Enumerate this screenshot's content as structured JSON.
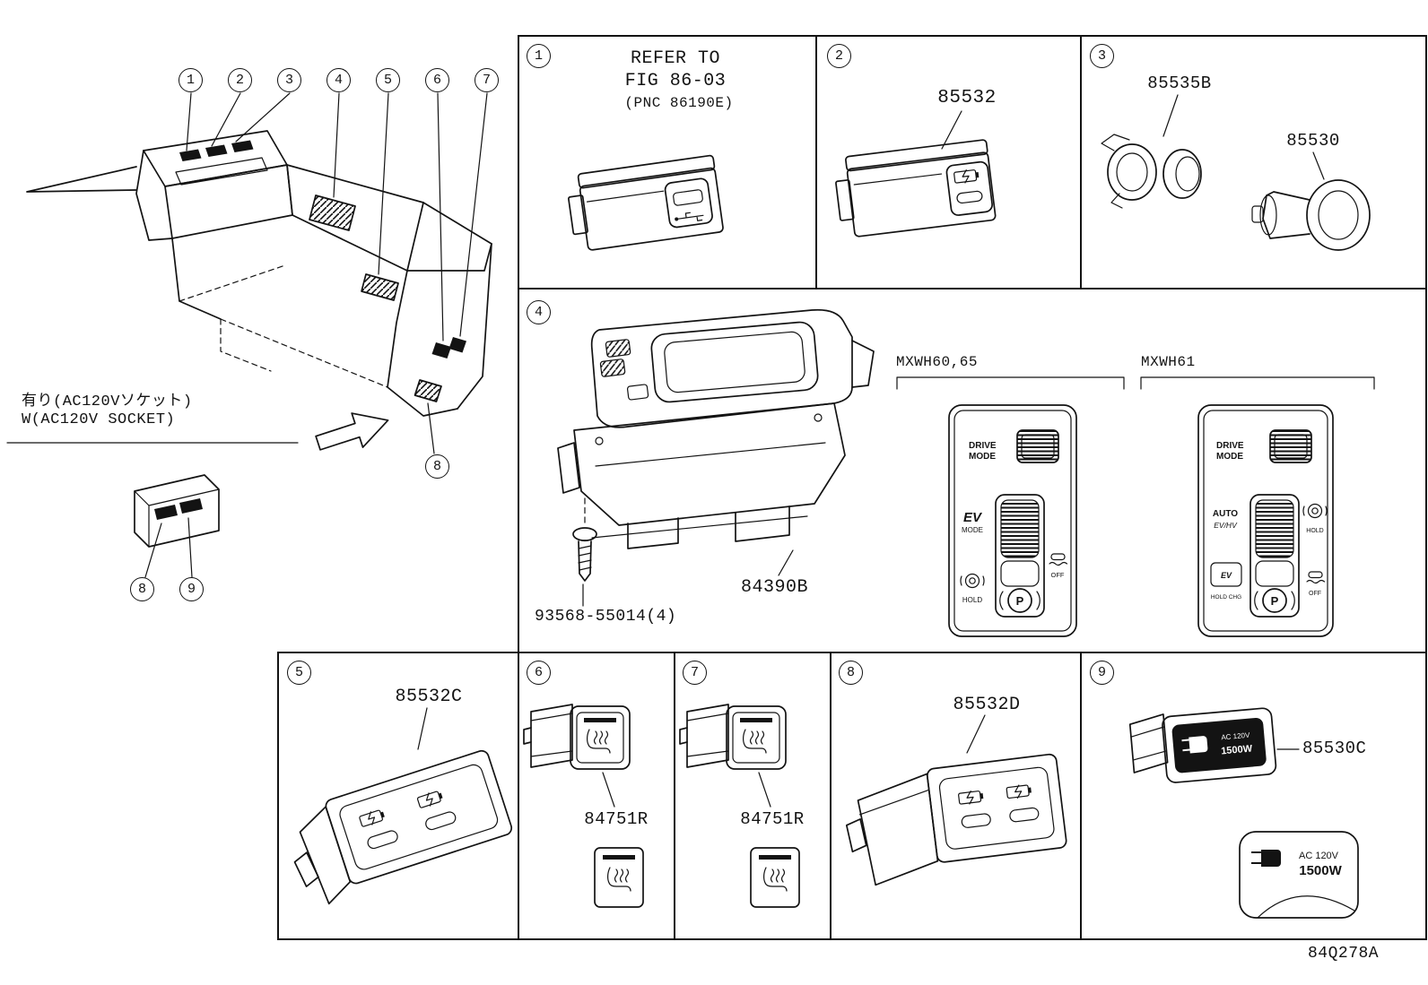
{
  "meta": {
    "drawing_code": "84Q278A"
  },
  "notes": {
    "jp": "有り(AC120Vソケット)",
    "en": "W(AC120V SOCKET)"
  },
  "callouts": {
    "n1": "1",
    "n2": "2",
    "n3": "3",
    "n4": "4",
    "n5": "5",
    "n6": "6",
    "n7": "7",
    "n8": "8",
    "n9": "9"
  },
  "cells": {
    "c1": {
      "ref1": "REFER TO",
      "ref2": "FIG 86-03",
      "ref3": "(PNC 86190E)"
    },
    "c2": {
      "part": "85532"
    },
    "c3": {
      "part_retainer": "85535B",
      "part_socket": "85530"
    },
    "c4": {
      "variant_left": "MXWH60,65",
      "variant_right": "MXWH61",
      "part_assembly": "84390B",
      "part_screw": "93568-55014(4)"
    },
    "c5": {
      "part": "85532C"
    },
    "c6": {
      "part": "84751R"
    },
    "c7": {
      "part": "84751R"
    },
    "c8": {
      "part": "85532D"
    },
    "c9": {
      "part": "85530C",
      "outlet_voltage": "AC 120V",
      "outlet_watts": "1500W"
    }
  },
  "switch_labels": {
    "drive": "DRIVE",
    "mode": "MODE",
    "ev": "EV",
    "hold": "HOLD",
    "auto": "AUTO",
    "evhv": "EV/HV",
    "hold_chg": "HOLD CHG",
    "off": "OFF",
    "p": "P"
  },
  "icons": {
    "usb": "usb-icon",
    "battery_charge": "battery-charge-icon",
    "seat_heater": "seat-heater-icon",
    "ac_plug": "ac-plug-icon",
    "brake_hold": "brake-hold-icon",
    "traction_off": "traction-off-icon",
    "parking": "parking-icon",
    "arrow": "pointer-arrow-icon"
  }
}
